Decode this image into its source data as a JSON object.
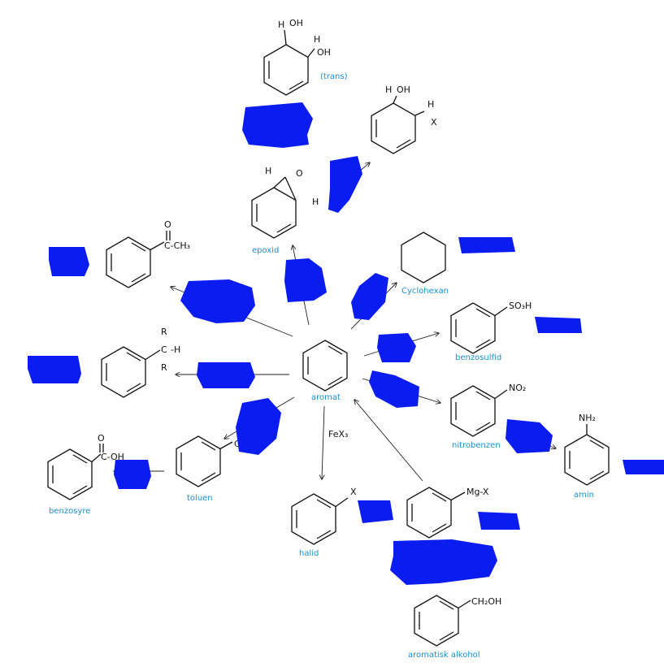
{
  "colors": {
    "label_blue": "#1a8fd0",
    "ink": "#111111",
    "redaction_blue": "#0a1cf0"
  },
  "nodes": {
    "center": {
      "label": "aromat"
    },
    "diol": {
      "label": "(trans)",
      "h1": "H",
      "oh1": "OH",
      "h2": "H",
      "oh2": "OH"
    },
    "halohydrin": {
      "h1": "H",
      "oh": "OH",
      "h2": "H",
      "x": "X"
    },
    "epoxide": {
      "label": "epoxid",
      "h1": "H",
      "o": "O",
      "h2": "H"
    },
    "ketone": {
      "o": "O",
      "ch3": "C-CH₃"
    },
    "alkyl": {
      "r1": "R",
      "c": "C",
      "h": "-H",
      "r2": "R"
    },
    "cyclohexane": {
      "label": "Cyclohexan"
    },
    "sulfonic": {
      "label": "benzosulfid",
      "substituent": "SO₃H"
    },
    "nitro": {
      "label": "nitrobenzen",
      "substituent": "NO₂"
    },
    "amine": {
      "label": "amin",
      "substituent": "NH₂"
    },
    "toluene": {
      "label": "toluen",
      "substituent": "CH₃"
    },
    "benzoic": {
      "label": "benzosyre",
      "o": "O",
      "coh": "C-OH"
    },
    "halide": {
      "label": "halid",
      "x": "X"
    },
    "grignard": {
      "substituent": "Mg-X"
    },
    "alcohol": {
      "label": "aromatisk alkohol",
      "substituent": "CH₂OH"
    }
  },
  "reagents": {
    "halogenation": "FeX₃"
  }
}
